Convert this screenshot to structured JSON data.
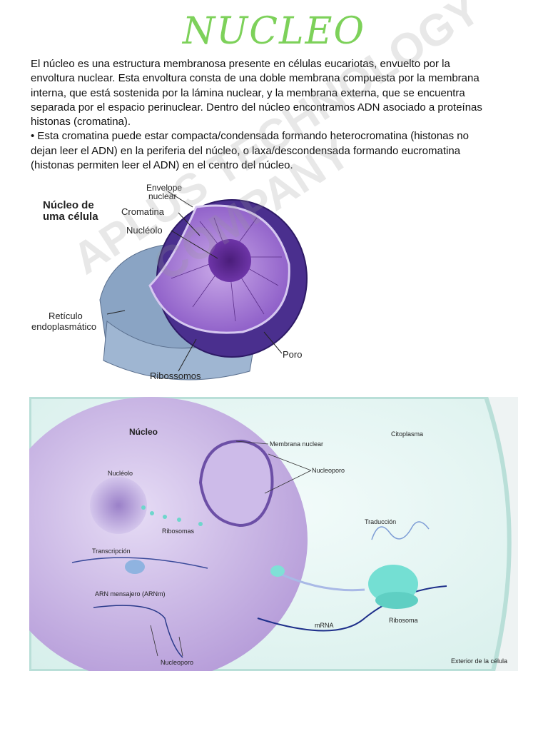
{
  "title": "NUCLEO",
  "paragraph": "El núcleo es una estructura membranosa presente en células eucariotas, envuelto por la envoltura nuclear. Esta envoltura consta de una doble membrana compuesta por la membrana interna, que está sostenida por la lámina nuclear, y la membrana externa, que se encuentra separada por el espacio perinuclear. Dentro del núcleo encontramos ADN asociado a proteínas histonas (cromatina).",
  "bullet": "• Esta cromatina puede estar compacta/condensada formando heterocromatina (histonas no dejan leer el ADN) en la periferia del núcleo, o laxa/descondensada formando eucromatina (histonas permiten leer el ADN) en el centro del núcleo.",
  "watermark": {
    "line1": "APLUS TECHNOLOGY",
    "line2": "COMPANY"
  },
  "figure1": {
    "title_line1": "Núcleo de",
    "title_line2": "uma célula",
    "envelope_line1": "Envelope",
    "envelope_line2": "nuclear",
    "cromatina": "Cromatina",
    "nucleolo": "Nucléolo",
    "reticulo_line1": "Retículo",
    "reticulo_line2": "endoplasmático",
    "poro": "Poro",
    "ribossomos": "Ribossomos"
  },
  "figure2": {
    "nucleo": "Núcleo",
    "membrana": "Membrana nuclear",
    "citoplasma": "Citoplasma",
    "nucleoporo_top": "Nucleoporo",
    "nucleolo": "Nucléolo",
    "ribosomas": "Ribosomas",
    "traduccion": "Traducción",
    "transcripcion": "Transcripción",
    "arnm": "ARN mensajero (ARNm)",
    "ribosoma": "Ribosoma",
    "mrna": "mRNA",
    "nucleoporo_bottom": "Nucleoporo",
    "exterior": "Exterior de la célula"
  }
}
